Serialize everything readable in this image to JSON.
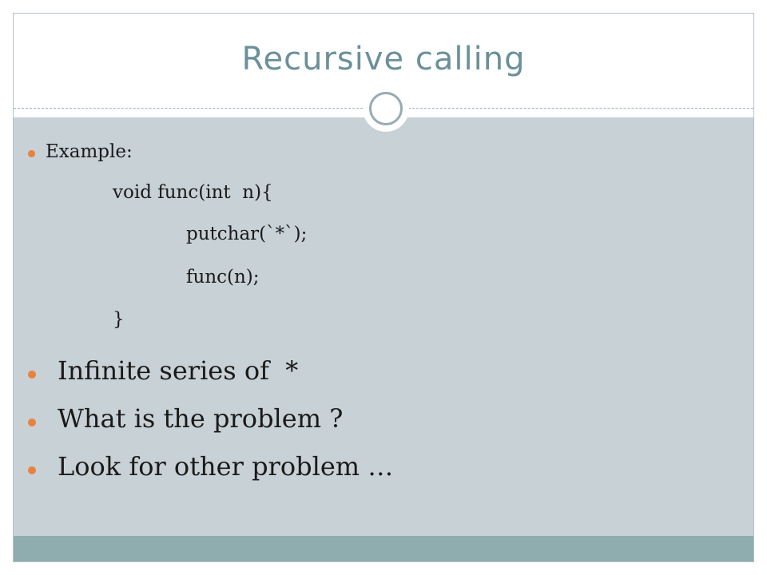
{
  "slide": {
    "title": "Recursive calling",
    "example_label": "Example:",
    "code_lines": [
      "void func(int  n){",
      "putchar(`*`);",
      "func(n);",
      "}"
    ],
    "points": [
      "Infinite series of  *",
      "What is the problem ?",
      "Look for other problem …"
    ]
  },
  "colors": {
    "title": "#6b9099",
    "body_background": "#c8d1d6",
    "footer_bar": "#8fadaf",
    "bullet": "#e8823c",
    "ring": "#97abb2"
  },
  "icons": {
    "title_ornament": "circle-ring-icon",
    "bullet": "orange-dot-bullet"
  }
}
